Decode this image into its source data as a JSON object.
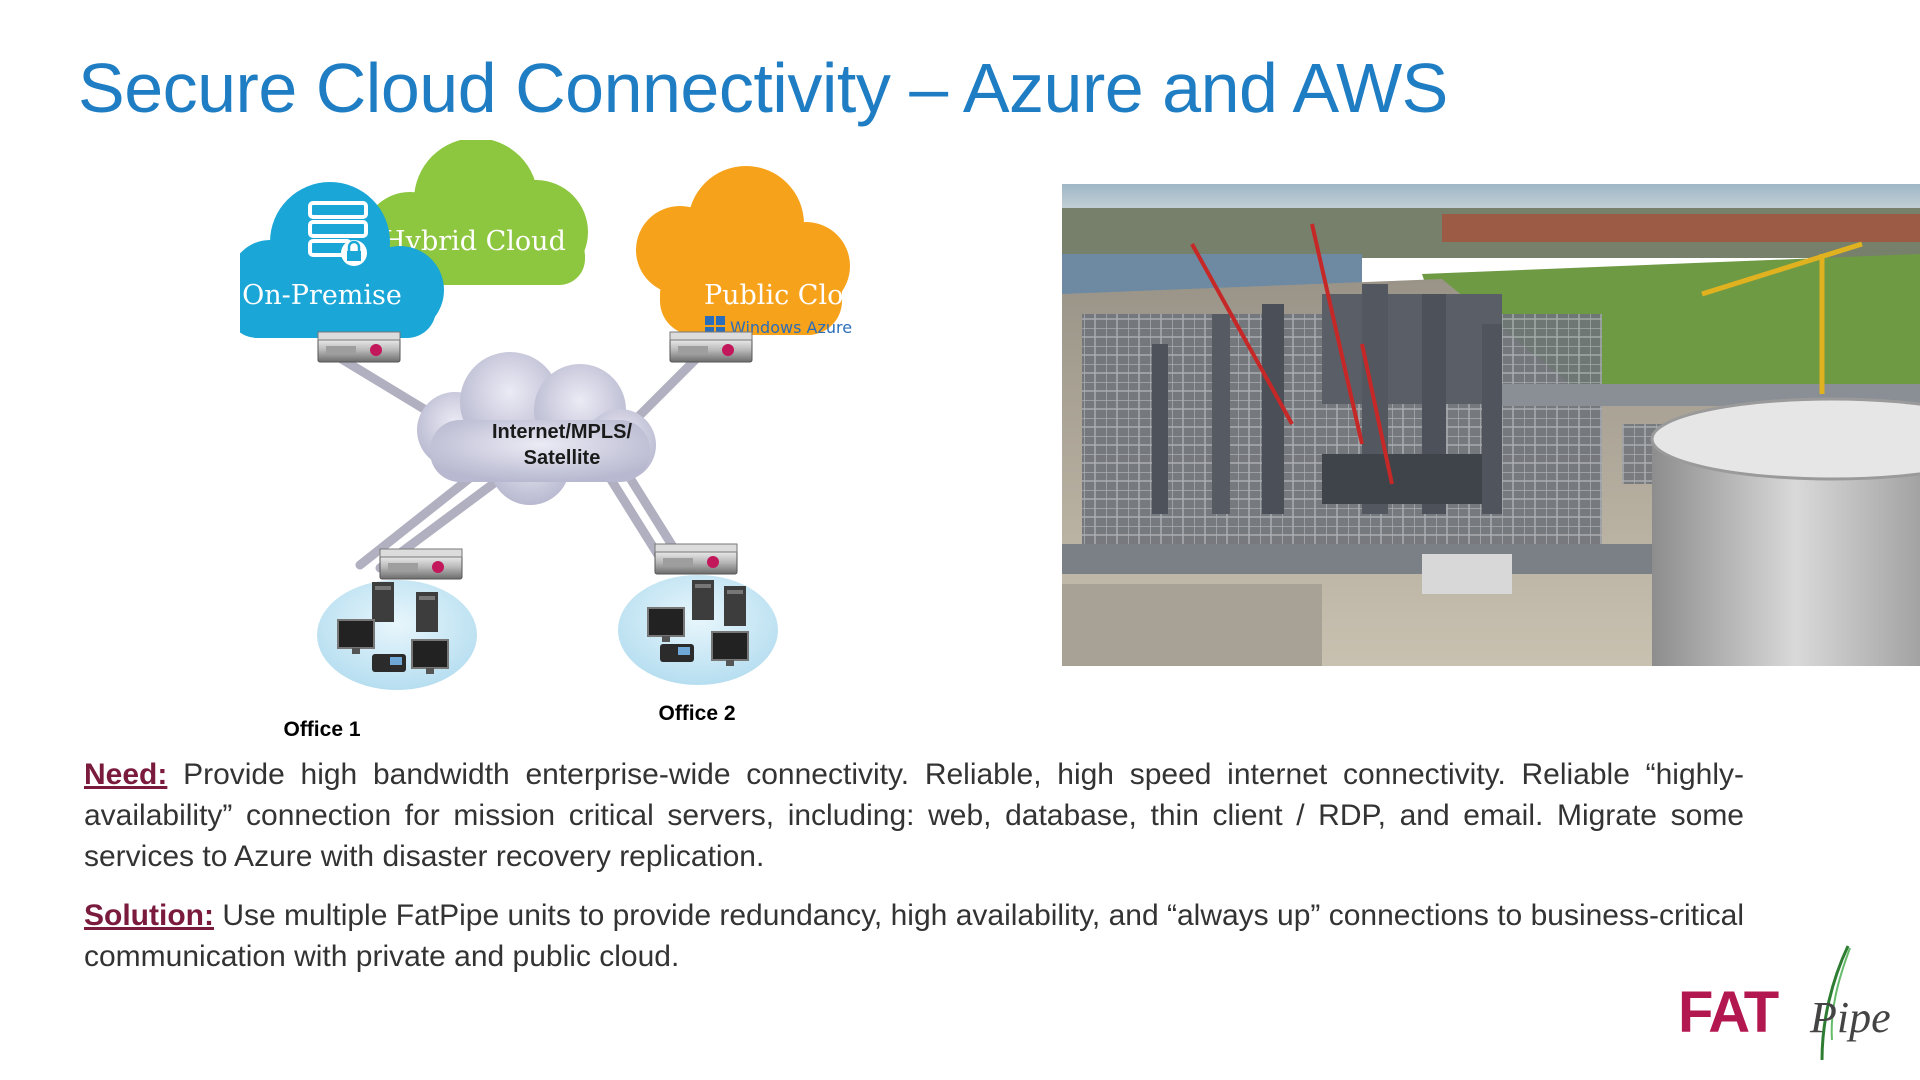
{
  "slide": {
    "title": "Secure Cloud Connectivity – Azure and AWS"
  },
  "diagram": {
    "clouds": {
      "on_premise": "On-Premise",
      "hybrid": "Hybrid Cloud",
      "public": "Public Cloud",
      "public_sub": "Windows Azure"
    },
    "network": {
      "line1": "Internet/MPLS/",
      "line2": "Satellite"
    },
    "offices": [
      "Office 1",
      "Office 2"
    ],
    "colors": {
      "on_premise": "#1aa6d6",
      "hybrid": "#8dc63f",
      "public": "#f7a21b",
      "network": "#c9c9df",
      "office": "#c5e6f4"
    }
  },
  "text": {
    "need_label": "Need:",
    "need_body": " Provide high bandwidth enterprise-wide connectivity.  Reliable, high speed internet connectivity. Reliable “highly-availability” connection for mission critical servers, including: web, database, thin client / RDP, and email.  Migrate some services to Azure with disaster recovery replication.",
    "solution_label": "Solution:",
    "solution_body": "  Use multiple FatPipe units to provide redundancy, high availability, and “always up” connections to business-critical communication with private and public cloud."
  },
  "logo": {
    "text_fat": "FAT",
    "text_pipe": "Pipe"
  },
  "icons": [
    "server-lock-icon",
    "windows-logo-icon",
    "router-icon",
    "tower-server-icon",
    "monitor-icon",
    "desk-phone-icon",
    "industrial-plant-photo"
  ]
}
